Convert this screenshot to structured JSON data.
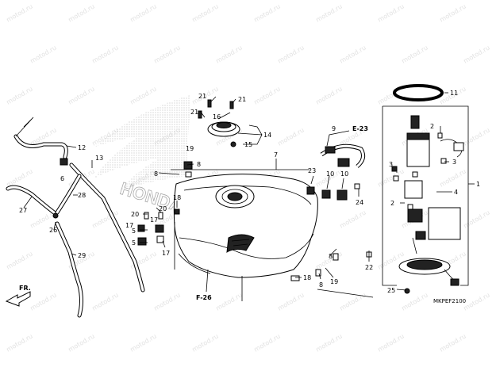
{
  "diagram": {
    "watermark": "motod.ru",
    "logo_text": "HONDA",
    "figure_code": "MKPEF2100",
    "front_label": "FR.",
    "references": [
      "E-23",
      "F-26"
    ],
    "callouts": [
      "1",
      "2",
      "2",
      "3",
      "3",
      "4",
      "5",
      "5",
      "6",
      "7",
      "8",
      "8",
      "8",
      "8",
      "9",
      "10",
      "10",
      "11",
      "12",
      "13",
      "14",
      "15",
      "16",
      "17",
      "17",
      "17",
      "18",
      "18",
      "19",
      "19",
      "20",
      "20",
      "21",
      "21",
      "21",
      "22",
      "23",
      "24",
      "25",
      "26",
      "27",
      "28",
      "29"
    ]
  }
}
